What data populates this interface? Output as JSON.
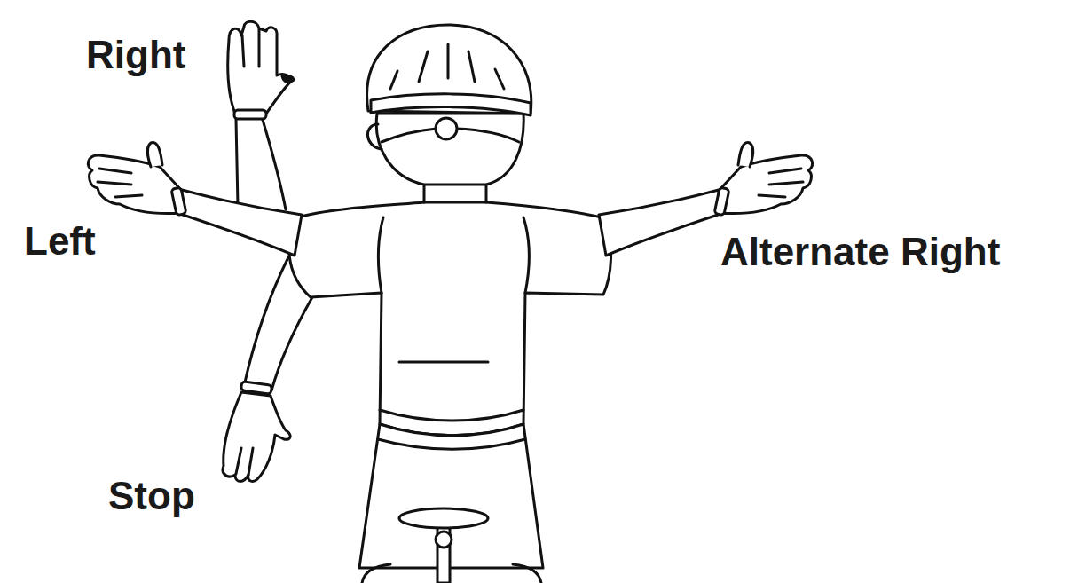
{
  "diagram": {
    "labels": [
      "Right",
      "Left",
      "Alternate Right",
      "Stop"
    ]
  }
}
